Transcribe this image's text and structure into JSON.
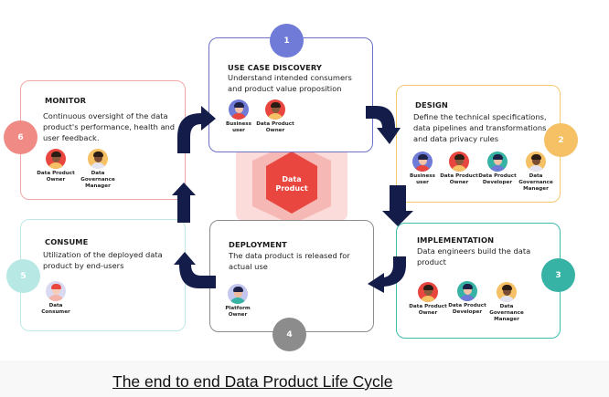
{
  "center": {
    "label_line1": "Data",
    "label_line2": "Product"
  },
  "caption": "The end to end Data Product Life Cycle",
  "stages": [
    {
      "number": "1",
      "title": "USE CASE DISCOVERY",
      "description": "Understand intended consumers and product value proposition",
      "color": "#6f7bd6",
      "personas": [
        {
          "line1": "Business",
          "line2": "user"
        },
        {
          "line1": "Data Product",
          "line2": "Owner"
        }
      ]
    },
    {
      "number": "2",
      "title": "DESIGN",
      "description": "Define the technical specifications,  data pipelines and transformations and data privacy rules",
      "color": "#f6c064",
      "personas": [
        {
          "line1": "Business",
          "line2": "user"
        },
        {
          "line1": "Data Product",
          "line2": "Owner"
        },
        {
          "line1": "Data Product",
          "line2": "Developer"
        },
        {
          "line1": "Data Governance",
          "line2": "Manager"
        }
      ]
    },
    {
      "number": "3",
      "title": "IMPLEMENTATION",
      "description": "Data engineers build the data product",
      "color": "#36b3a5",
      "personas": [
        {
          "line1": "Data Product",
          "line2": "Owner"
        },
        {
          "line1": "Data Product",
          "line2": "Developer"
        },
        {
          "line1": "Data Governance",
          "line2": "Manager"
        }
      ]
    },
    {
      "number": "4",
      "title": "DEPLOYMENT",
      "description": "The data product is released for actual use",
      "color": "#8c8c8c",
      "personas": [
        {
          "line1": "Platform",
          "line2": "Owner"
        }
      ]
    },
    {
      "number": "5",
      "title": "CONSUME",
      "description": "Utilization of the deployed data product by end-users",
      "color": "#b8e8e4",
      "personas": [
        {
          "line1": "Data",
          "line2": "Consumer"
        }
      ]
    },
    {
      "number": "6",
      "title": "MONITOR",
      "description": "Continuous oversight of the data product's performance, health and user feedback.",
      "color": "#ef8a84",
      "personas": [
        {
          "line1": "Data Product",
          "line2": "Owner"
        },
        {
          "line1": "Data Governance",
          "line2": "Manager"
        }
      ]
    }
  ],
  "colors": {
    "arrow": "#141c4a",
    "hex_inner": "#e8463f",
    "hex_mid": "#f3a6a3",
    "hex_outer": "#fbd9d7"
  }
}
